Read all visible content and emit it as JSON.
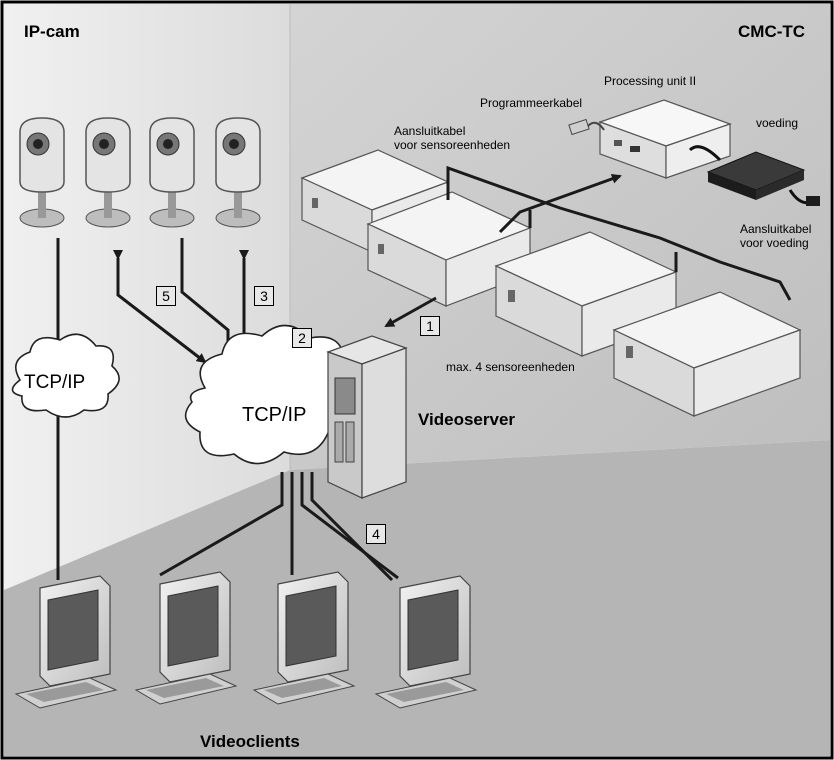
{
  "labels": {
    "ip_cam": "IP-cam",
    "cmc_tc": "CMC-TC",
    "processing_unit": "Processing unit II",
    "programmeerkabel": "Programmeerkabel",
    "voeding": "voeding",
    "aansluitkabel_sensor_1": "Aansluitkabel",
    "aansluitkabel_sensor_2": "voor sensoreenheden",
    "aansluitkabel_voeding_1": "Aansluitkabel",
    "aansluitkabel_voeding_2": "voor voeding",
    "max_sensor": "max. 4 sensoreenheden",
    "videoserver": "Videoserver",
    "videoclients": "Videoclients",
    "tcp_ip_left": "TCP/IP",
    "tcp_ip_center": "TCP/IP"
  },
  "numbers": {
    "n1": "1",
    "n2": "2",
    "n3": "3",
    "n4": "4",
    "n5": "5"
  },
  "colors": {
    "wall_left": "#e6e6e6",
    "wall_right": "#c8c8c8",
    "floor": "#b4b4b4",
    "line": "#1a1a1a"
  }
}
